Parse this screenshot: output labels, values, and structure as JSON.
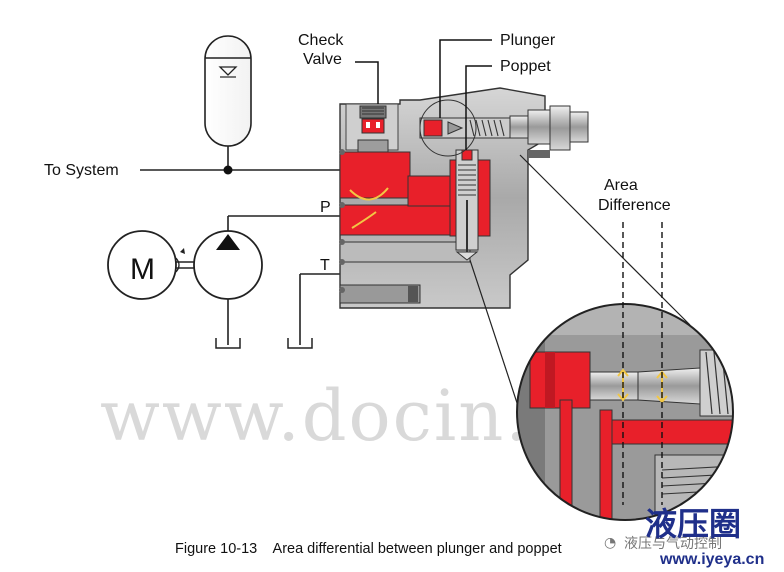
{
  "labels": {
    "check_valve_line1": "Check",
    "check_valve_line2": "Valve",
    "plunger": "Plunger",
    "poppet": "Poppet",
    "to_system": "To System",
    "port_p": "P",
    "port_t": "T",
    "motor": "M",
    "area_line1": "Area",
    "area_line2": "Difference"
  },
  "caption": "Figure 10-13    Area differential between plunger and poppet",
  "watermark": "www.docin.com",
  "brand": {
    "logo_text": "液压圈",
    "wechat_text": "液压与气动控制",
    "url": "www.iyeya.cn"
  },
  "colors": {
    "red": "#e8202a",
    "body_gray": "#bdbdbd",
    "dark_gray": "#6b6b6b",
    "line": "#222222",
    "accent": "#f2c744"
  }
}
